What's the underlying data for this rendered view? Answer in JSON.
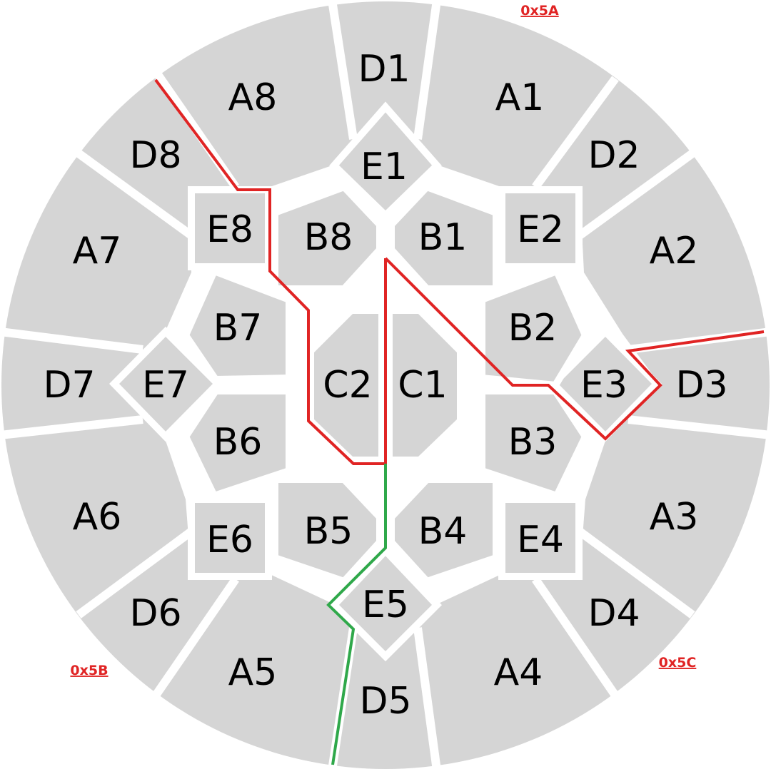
{
  "labels": {
    "A1": "A1",
    "A2": "A2",
    "A3": "A3",
    "A4": "A4",
    "A5": "A5",
    "A6": "A6",
    "A7": "A7",
    "A8": "A8",
    "D1": "D1",
    "D2": "D2",
    "D3": "D3",
    "D4": "D4",
    "D5": "D5",
    "D6": "D6",
    "D7": "D7",
    "D8": "D8",
    "E1": "E1",
    "E2": "E2",
    "E3": "E3",
    "E4": "E4",
    "E5": "E5",
    "E6": "E6",
    "E7": "E7",
    "E8": "E8",
    "B1": "B1",
    "B2": "B2",
    "B3": "B3",
    "B4": "B4",
    "B5": "B5",
    "B6": "B6",
    "B7": "B7",
    "B8": "B8",
    "C1": "C1",
    "C2": "C2"
  },
  "tags": {
    "top": "0x5A",
    "bottom_left": "0x5B",
    "bottom_right": "0x5C"
  },
  "colors": {
    "tile": "#d5d5d5",
    "gap": "#ffffff",
    "text": "#000000",
    "route_red": "#e02424",
    "route_green": "#2fa84a",
    "tag": "#e02424"
  }
}
